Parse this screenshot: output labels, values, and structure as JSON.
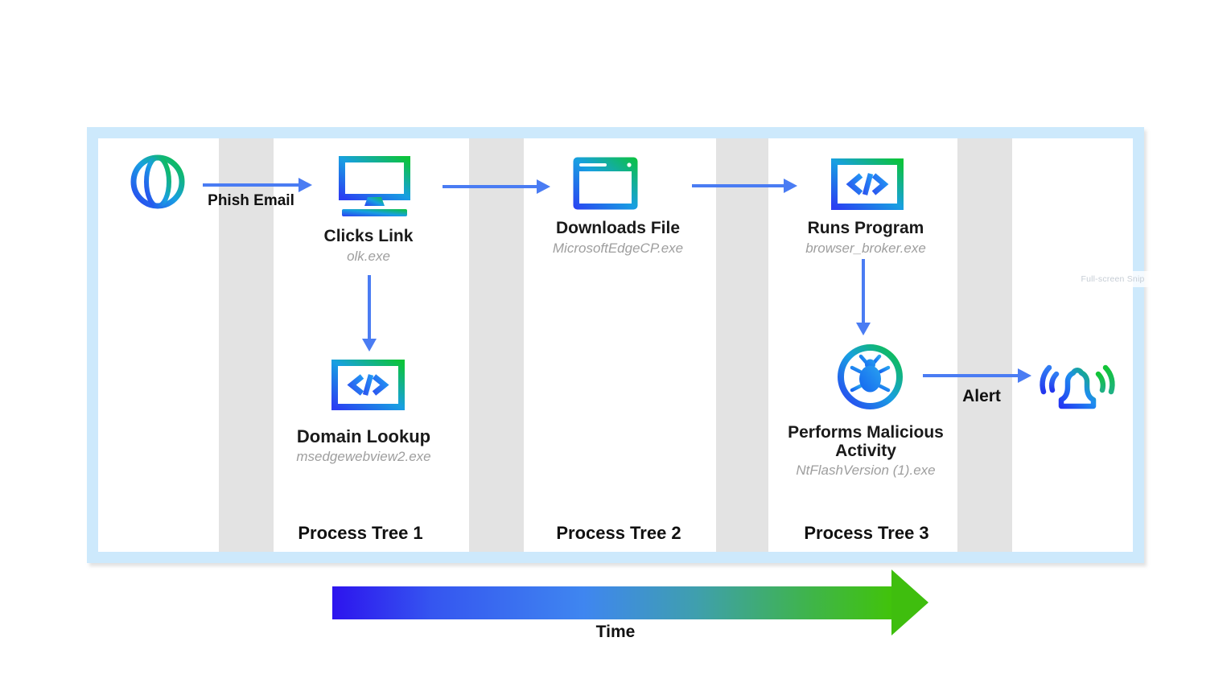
{
  "edges": {
    "phish_label": "Phish Email",
    "alert_label": "Alert"
  },
  "nodes": {
    "source": {
      "icon": "globe-icon"
    },
    "clicks_link": {
      "title": "Clicks Link",
      "process": "olk.exe",
      "icon": "desktop-monitor-icon"
    },
    "domain_lookup": {
      "title": "Domain Lookup",
      "process": "msedgewebview2.exe",
      "icon": "code-window-icon"
    },
    "downloads_file": {
      "title": "Downloads File",
      "process": "MicrosoftEdgeCP.exe",
      "icon": "browser-window-icon"
    },
    "runs_program": {
      "title": "Runs Program",
      "process": "browser_broker.exe",
      "icon": "code-window-icon"
    },
    "malicious_activity": {
      "title": "Performs Malicious Activity",
      "process": "NtFlashVersion (1).exe",
      "icon": "bug-circle-icon"
    },
    "alert_sink": {
      "icon": "alarm-bell-icon"
    }
  },
  "lanes": [
    "Process Tree 1",
    "Process Tree 2",
    "Process Tree 3"
  ],
  "timeline": {
    "label": "Time"
  },
  "overlay": {
    "snip_tooltip": "Full-screen Snip"
  },
  "colors": {
    "frame_border": "#cde9fc",
    "lane_band": "#e3e3e3",
    "arrow_blue": "#4a7cf3",
    "icon_gradient_blue": "#2b3ff2",
    "icon_gradient_cyan": "#189fe2",
    "icon_gradient_green": "#0cc33c",
    "title_text": "#1a1a1a",
    "process_text": "#9e9e9e",
    "time_gradient_start": "#2d14ee",
    "time_gradient_end": "#41c30b"
  }
}
